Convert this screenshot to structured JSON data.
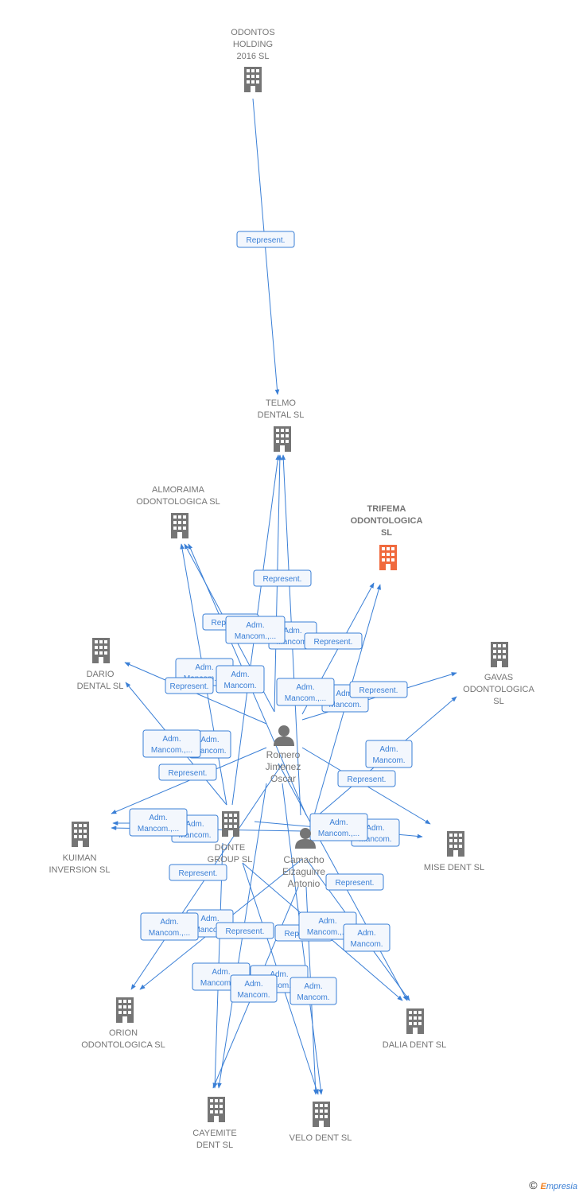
{
  "colors": {
    "edge": "#3a7fd6",
    "edge_label_bg": "#f3f7fd",
    "edge_label_text": "#3a7fd6",
    "node_company": "#757575",
    "node_main": "#f06a3e",
    "label_text": "#757575"
  },
  "nodes": {
    "odontos": {
      "label": "ODONTOS\nHOLDING\n2016  SL",
      "icon": "building-icon"
    },
    "telmo": {
      "label": "TELMO\nDENTAL SL",
      "icon": "building-icon"
    },
    "almoraima": {
      "label": "ALMORAIMA\nODONTOLOGICA SL",
      "icon": "building-icon"
    },
    "trifema": {
      "label": "TRIFEMA\nODONTOLOGICA\nSL",
      "icon": "building-icon"
    },
    "dario": {
      "label": "DARIO\nDENTAL SL",
      "icon": "building-icon"
    },
    "gavas": {
      "label": "GAVAS\nODONTOLOGICA SL",
      "icon": "building-icon"
    },
    "kuiman": {
      "label": "KUIMAN\nINVERSION SL",
      "icon": "building-icon"
    },
    "donte": {
      "label": "DONTE\nGROUP  SL",
      "icon": "building-icon"
    },
    "mise": {
      "label": "MISE DENT SL",
      "icon": "building-icon"
    },
    "orion": {
      "label": "ORION\nODONTOLOGICA SL",
      "icon": "building-icon"
    },
    "dalia": {
      "label": "DALIA DENT SL",
      "icon": "building-icon"
    },
    "cayemite": {
      "label": "CAYEMITE\nDENT SL",
      "icon": "building-icon"
    },
    "velo": {
      "label": "VELO DENT SL",
      "icon": "building-icon"
    },
    "romero": {
      "label": "Romero\nJimenez\nOscar",
      "icon": "person-icon"
    },
    "camacho": {
      "label": "Camacho\nEizaguirre\nAntonio",
      "icon": "person-icon"
    }
  },
  "edge_labels": {
    "represent": "Represent.",
    "adm_mancom_trunc": "Adm.\nMancom.,...",
    "adm_mancom": "Adm.\nMancom."
  },
  "footer": {
    "copyright": "©",
    "brand_e": "E",
    "brand_rest": "mpresia"
  }
}
